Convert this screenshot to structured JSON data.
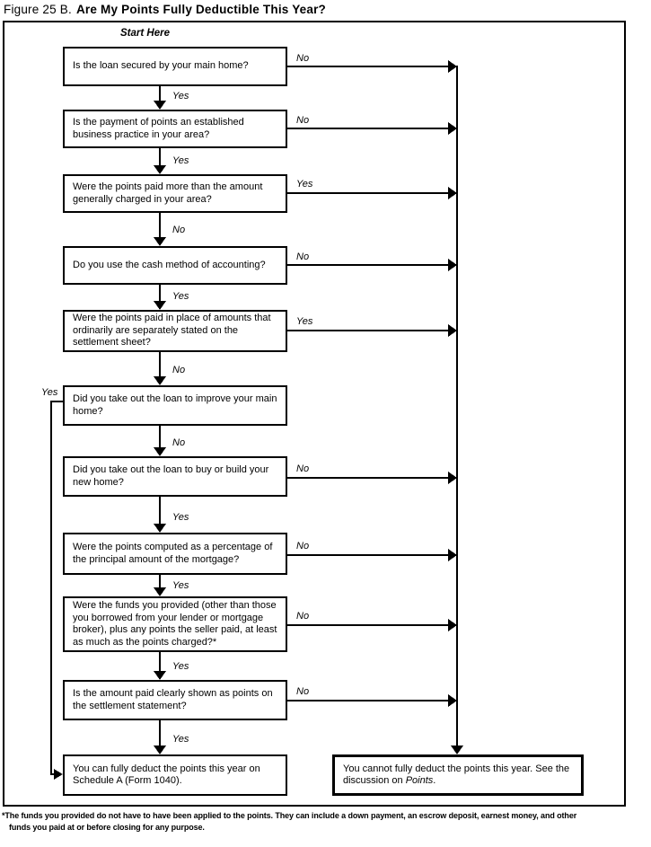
{
  "figure": {
    "title_prefix": "Figure 25 B.",
    "title_main": "Are My Points Fully Deductible This Year?"
  },
  "flowchart": {
    "start_label": "Start Here",
    "questions": [
      {
        "text": "Is the loan secured by your main home?",
        "right_label": "No",
        "down_label": "Yes"
      },
      {
        "text": "Is the payment of points an established business practice in your area?",
        "right_label": "No",
        "down_label": "Yes"
      },
      {
        "text": "Were the points paid more than the amount generally charged in your area?",
        "right_label": "Yes",
        "down_label": "No"
      },
      {
        "text": "Do you use the cash method of accounting?",
        "right_label": "No",
        "down_label": "Yes"
      },
      {
        "text": "Were the points paid in place of amounts that ordinarily are separately stated on the settlement sheet?",
        "right_label": "Yes",
        "down_label": "No"
      },
      {
        "text": "Did you take out the loan to improve your main home?",
        "left_label": "Yes",
        "down_label": "No"
      },
      {
        "text": "Did you take out the loan to buy or build your new home?",
        "right_label": "No",
        "down_label": "Yes"
      },
      {
        "text": "Were the points computed as a percentage of the principal amount of the mortgage?",
        "right_label": "No",
        "down_label": "Yes"
      },
      {
        "text": "Were the funds you provided (other than those you borrowed from your lender or mortgage broker), plus any points the seller paid, at least as much as the points charged?*",
        "right_label": "No",
        "down_label": "Yes"
      },
      {
        "text": "Is the amount paid clearly shown as points on the settlement statement?",
        "right_label": "No",
        "down_label": "Yes"
      }
    ],
    "results": {
      "deductible": "You can fully deduct the points this year on Schedule A (Form 1040).",
      "not_deductible_pre": "You cannot fully deduct the points this year. See the discussion on",
      "not_deductible_term": "Points",
      "not_deductible_post": "."
    },
    "footnote": {
      "line1": "*The funds you provided do not have to have been applied to the points. They can include a down payment, an escrow deposit, earnest money, and other",
      "line2": "funds you paid at or before closing for any purpose."
    },
    "colors": {
      "line": "#000000",
      "background": "#ffffff"
    }
  }
}
